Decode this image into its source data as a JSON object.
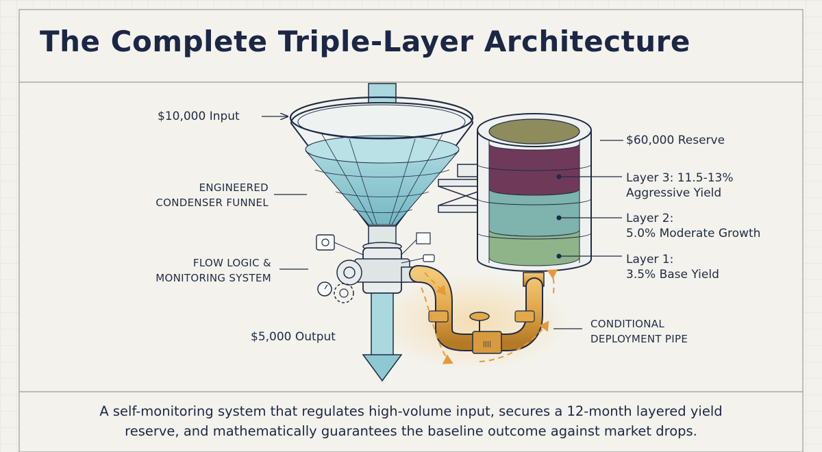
{
  "title": "The Complete Triple-Layer Architecture",
  "labels": {
    "input": "$10,000 Input",
    "funnel_line1": "ENGINEERED",
    "funnel_line2": "CONDENSER FUNNEL",
    "flow_line1": "FLOW LOGIC &",
    "flow_line2": "MONITORING SYSTEM",
    "output": "$5,000 Output",
    "reserve": "$60,000 Reserve",
    "layer3_line1": "Layer 3: 11.5-13%",
    "layer3_line2": "Aggressive Yield",
    "layer2_line1": "Layer 2:",
    "layer2_line2": "5.0% Moderate Growth",
    "layer1_line1": "Layer 1:",
    "layer1_line2": "3.5% Base Yield",
    "pipe_line1": "CONDITIONAL",
    "pipe_line2": "DEPLOYMENT PIPE"
  },
  "caption": {
    "line1": "A self-monitoring system that regulates high-volume input, secures a 12-month layered yield",
    "line2": "reserve, and mathematically guarantees the baseline outcome against market drops."
  },
  "colors": {
    "navy": "#1c2746",
    "water": "#8ec9d3",
    "layer3": "#6f3a5a",
    "layer2": "#7fb3ad",
    "layer1": "#8fb48a",
    "pipe": "#e2a84a",
    "paper": "#f3f2ec"
  }
}
